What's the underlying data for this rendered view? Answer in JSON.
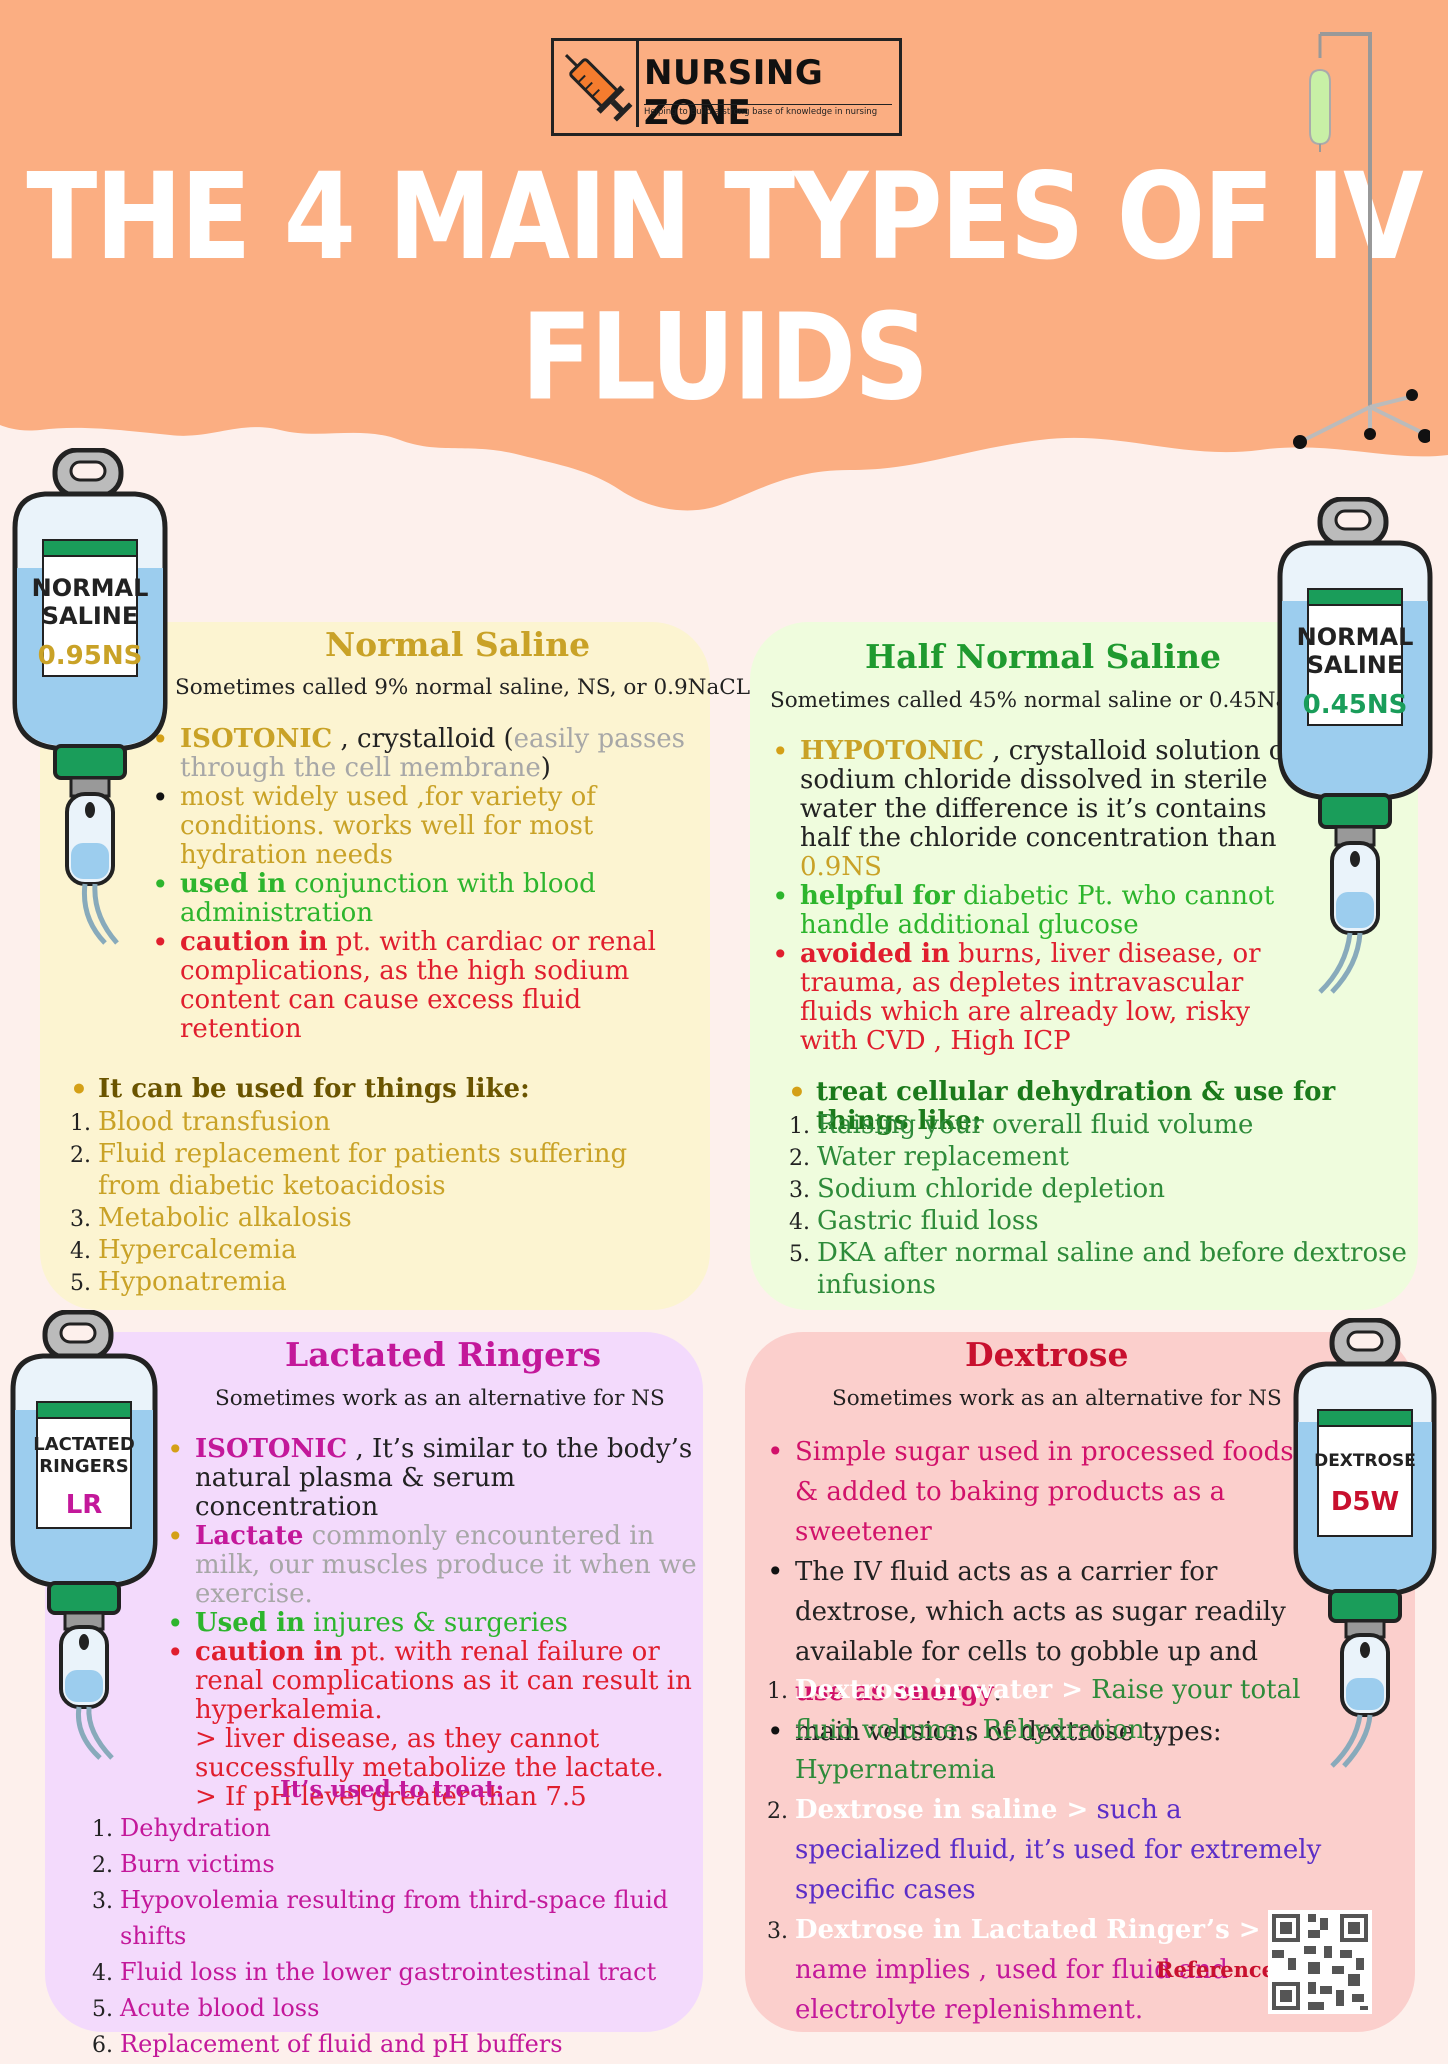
{
  "colors": {
    "header": "#fbae82",
    "page": "#fdf0ec",
    "ns_card": "#fcf4d1",
    "hns_card": "#effcdd",
    "lr_card": "#f3dafc",
    "dx_card": "#fbcfcc",
    "bag_fluid": "#9ccdee",
    "bag_label": "#1a9d5a"
  },
  "logo": {
    "name": "NURSING ZONE",
    "tagline": "Helping to Build a strong base of knowledge in nursing",
    "icon": "syringe-icon"
  },
  "title": "THE 4 MAIN TYPES OF IV FLUIDS",
  "bags": {
    "ns": {
      "line1": "NORMAL",
      "line2": "SALINE",
      "code": "0.95NS"
    },
    "hns": {
      "line1": "NORMAL",
      "line2": "SALINE",
      "code": "0.45NS"
    },
    "lr": {
      "line1": "LACTATED",
      "line2": "RINGERS",
      "code": "LR"
    },
    "dx": {
      "line1": "DEXTROSE",
      "code": "D5W"
    }
  },
  "normal_saline": {
    "title": "Normal Saline",
    "subtitle": "Sometimes called 9% normal saline, NS, or 0.9NaCL.",
    "b1": {
      "key": "ISOTONIC",
      "text": " , crystalloid (",
      "gray": "easily passes through the cell membrane",
      "end": ")"
    },
    "b2": "most widely used ,for variety of conditions. works well for most hydration needs",
    "b3": {
      "key": "used in",
      "text": " conjunction with blood administration"
    },
    "b4": {
      "key": "caution in",
      "text": " pt. with cardiac or renal complications, as the high sodium content can cause excess fluid retention"
    },
    "uses_heading": "It can be used for things like:",
    "uses": [
      "Blood transfusion",
      "Fluid replacement for patients suffering from diabetic ketoacidosis",
      "Metabolic alkalosis",
      "Hypercalcemia",
      "Hyponatremia"
    ]
  },
  "half_normal_saline": {
    "title": "Half Normal Saline",
    "subtitle": "Sometimes called 45% normal saline or 0.45NaCl.",
    "b1": {
      "key": "HYPOTONIC",
      "text": " , crystalloid solution of sodium chloride dissolved in sterile  water the difference is it’s contains half the chloride concentration than ",
      "gold": "0.9NS"
    },
    "b2": {
      "key": "helpful for",
      "text": " diabetic Pt. who cannot handle additional glucose"
    },
    "b3": {
      "key": "avoided in",
      "text": "  burns, liver disease, or trauma, as depletes intravascular fluids which are already low, risky with CVD , High ICP"
    },
    "uses_heading": "treat cellular dehydration & use for things like:",
    "uses": [
      "Raising your overall fluid volume",
      "Water replacement",
      "Sodium chloride depletion",
      "Gastric fluid loss",
      "DKA after normal saline and before dextrose infusions"
    ]
  },
  "lactated_ringers": {
    "title": "Lactated Ringers",
    "subtitle": "Sometimes work as an alternative for NS",
    "b1": {
      "key": "ISOTONIC",
      "text": " , It’s similar to the body’s natural plasma & serum concentration"
    },
    "b2": {
      "key": "Lactate",
      "text": " commonly encountered in milk, our muscles produce it when we exercise."
    },
    "b3": {
      "key": "Used in",
      "text": " injures & surgeries"
    },
    "b4": {
      "key": "caution in",
      "text": " pt. with renal failure or renal complications as it can result in hyperkalemia.",
      "line2": " > liver disease, as they cannot successfully metabolize the lactate.",
      "line3": " > If pH level greater than 7.5"
    },
    "uses_heading": "It’s used to treat:",
    "uses": [
      "Dehydration",
      "Burn victims",
      "Hypovolemia resulting from third-space fluid shifts",
      "Fluid loss in the lower gastrointestinal tract",
      "Acute blood loss",
      "Replacement of fluid and pH buffers"
    ]
  },
  "dextrose": {
    "title": "Dextrose",
    "subtitle": "Sometimes work as an alternative for NS",
    "b1": "Simple sugar used in processed foods & added to baking products as a sweetener",
    "b2": {
      "text": "The IV fluid acts as a carrier for dextrose, which acts as sugar readily available for cells to gobble up and ",
      "key": "use as energy",
      "end": "."
    },
    "b3": "main versions of dextrose types:",
    "types": [
      {
        "name": "Dextrose in water >",
        "text": " Raise your total fluid volume , Rehydration , Hypernatremia"
      },
      {
        "name": "Dextrose in saline >",
        "text": " such a specialized fluid, it’s used for extremely specific cases"
      },
      {
        "name": "Dextrose in Lactated Ringer’s >",
        "text": " name implies , used for fluid and electrolyte replenishment."
      }
    ],
    "reference": "Reference"
  }
}
